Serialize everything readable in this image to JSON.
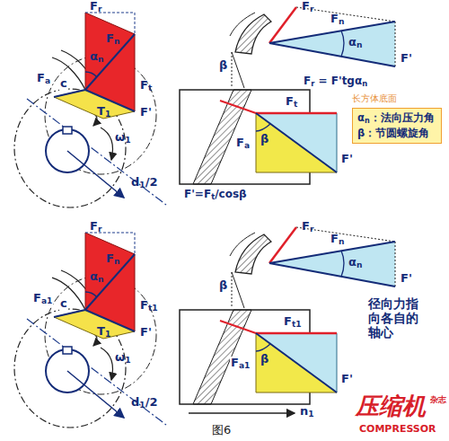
{
  "diagram": {
    "caption": "图6",
    "nodes": [
      {
        "text": [
          "αn：法向压力角",
          "β：节圆螺旋角"
        ]
      }
    ],
    "labels": [
      "Fr",
      "Fn",
      "αn",
      "Ft",
      "F'",
      "Fa",
      "c",
      "T1",
      "ω1",
      "d1/2",
      "Fr",
      "Fn",
      "αn",
      "F'",
      "β",
      "Fr = F'tgαn",
      "长方体底面",
      "Ft",
      "Fa",
      "β",
      "F'",
      "F'=Ft/cosβ",
      "Fr",
      "Fn",
      "αn",
      "Ft1",
      "F'",
      "Fa1",
      "c",
      "T1",
      "ω1",
      "d1/2",
      "Fr",
      "Fn",
      "αn",
      "F'",
      "β",
      "Ft1",
      "Fa1",
      "β",
      "F'",
      "n1",
      "径向力指向各自的轴心",
      "压缩机",
      "杂志",
      "COMPRESSOR"
    ]
  }
}
